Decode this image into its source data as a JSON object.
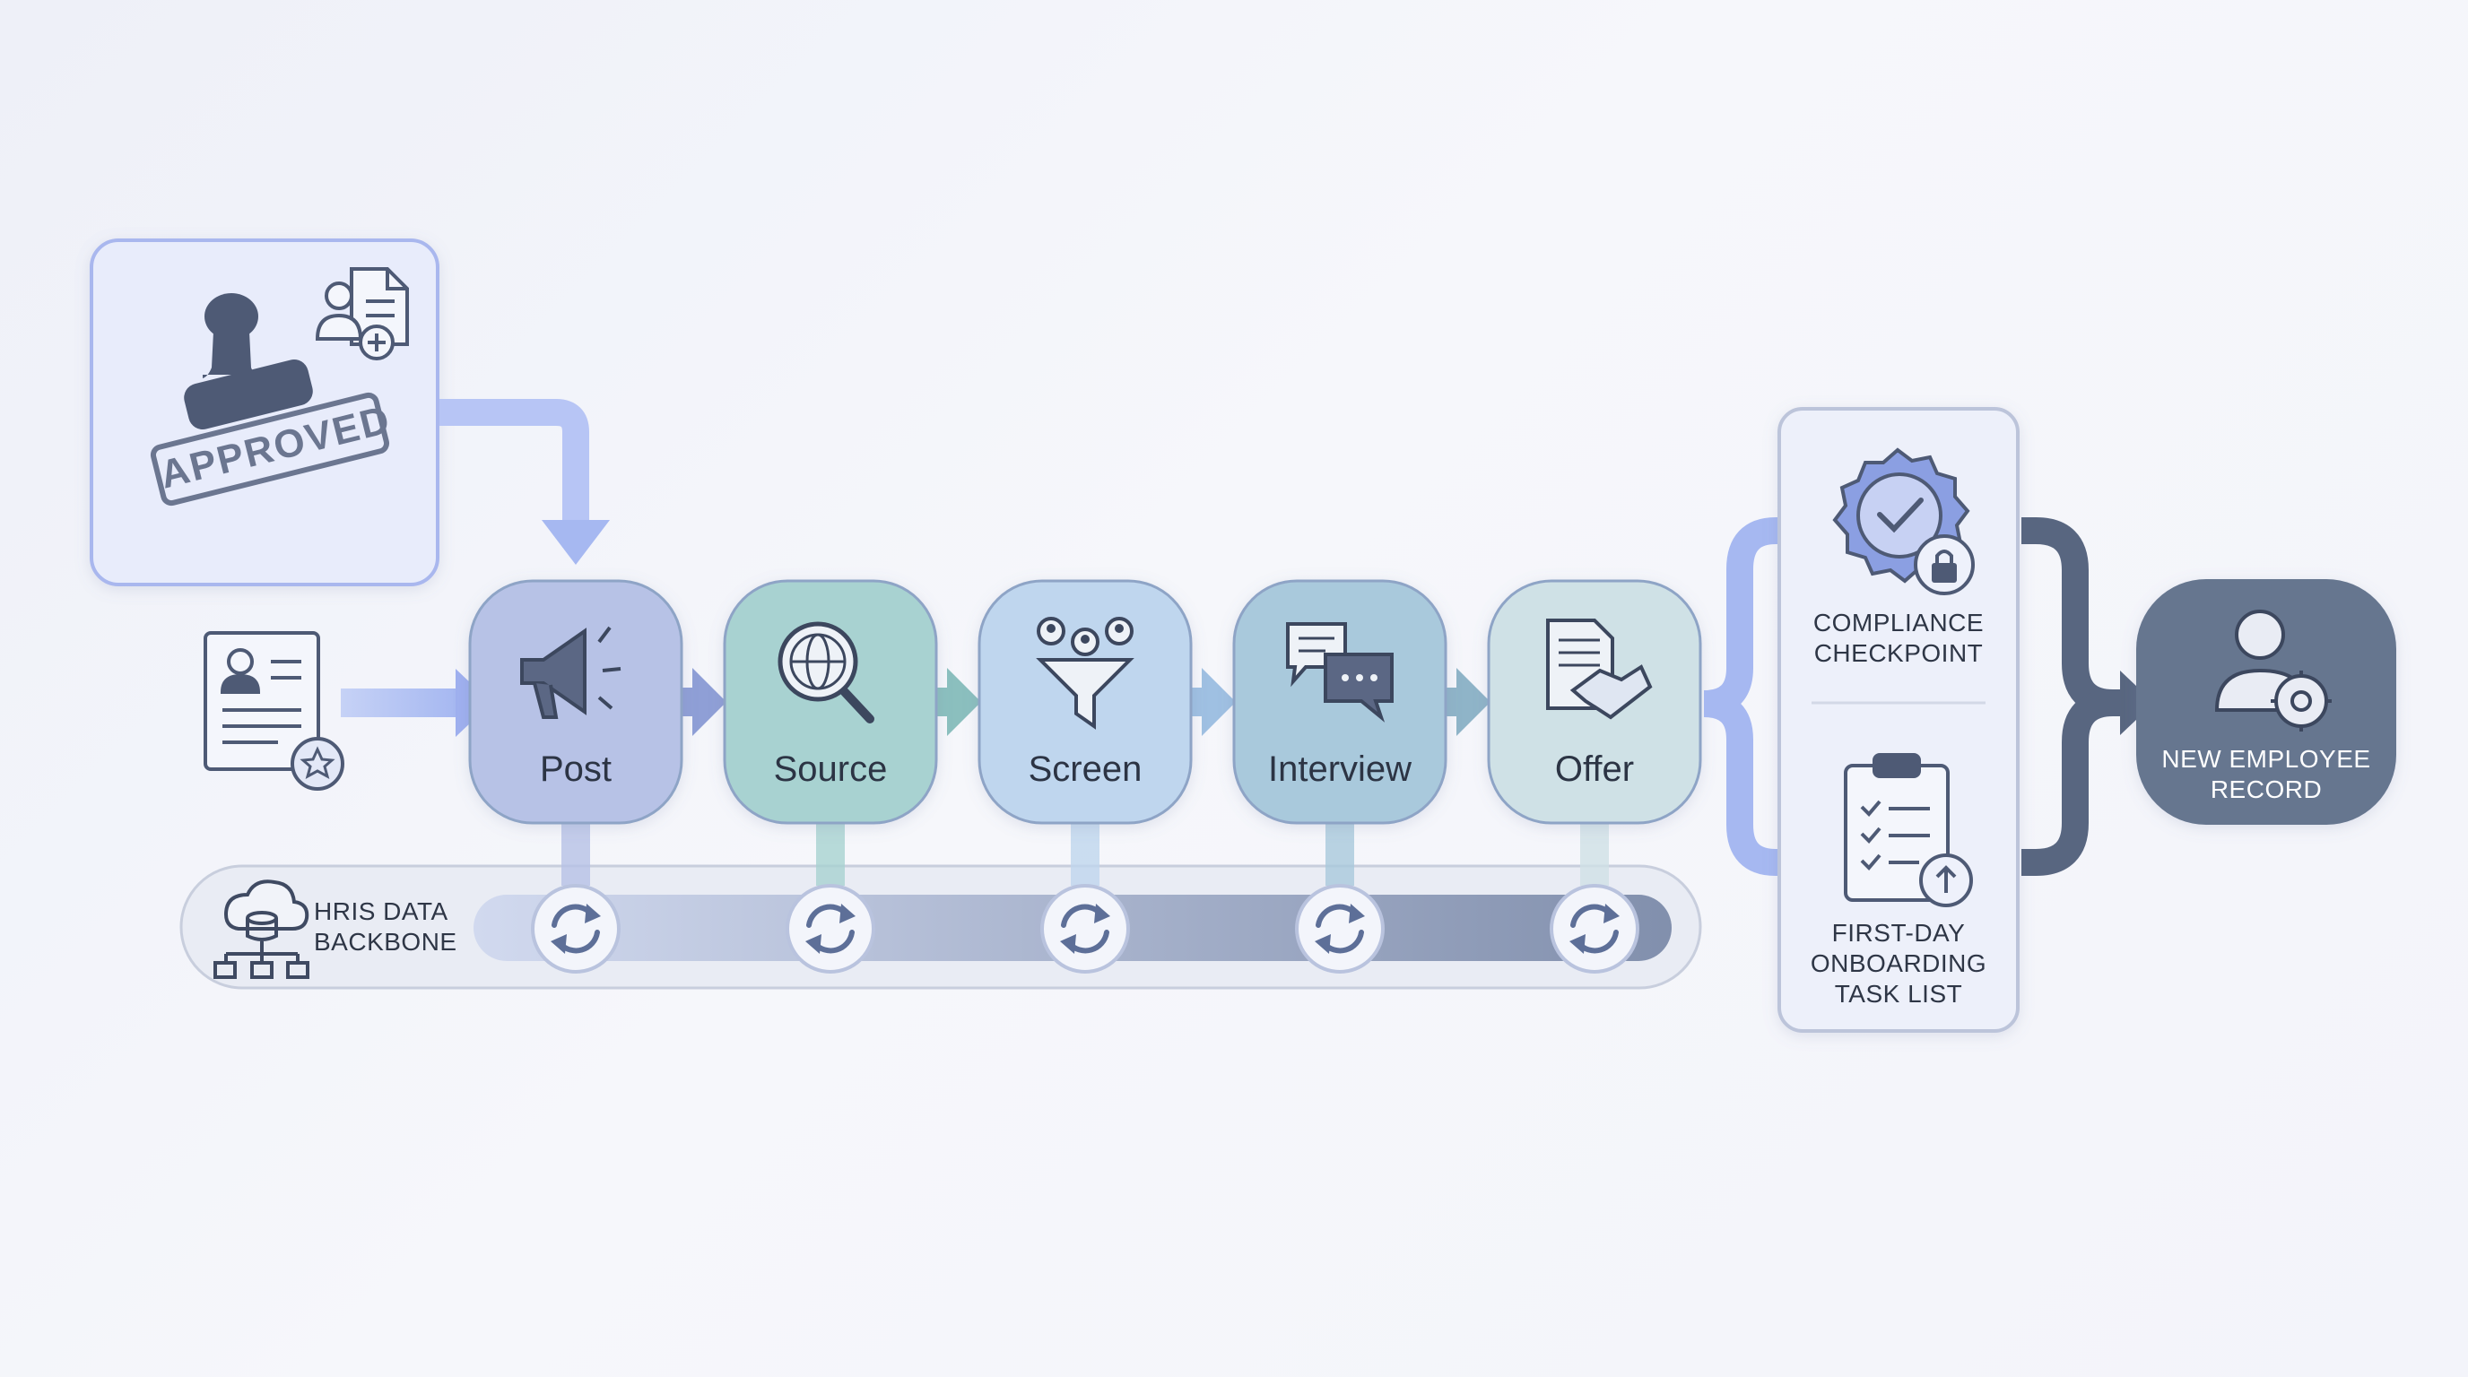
{
  "approval": {
    "stamp_text": "APPROVED",
    "stamp_icon": "rubber-stamp-icon",
    "request_icon": "requisition-add-user-icon"
  },
  "candidate_doc": {
    "icon": "candidate-profile-star-icon"
  },
  "stages": [
    {
      "label": "Post",
      "icon": "megaphone-icon",
      "fill": "#b7c2e6"
    },
    {
      "label": "Source",
      "icon": "globe-search-icon",
      "fill": "#a8d2d1"
    },
    {
      "label": "Screen",
      "icon": "people-funnel-icon",
      "fill": "#bfd6ee"
    },
    {
      "label": "Interview",
      "icon": "chat-bubbles-icon",
      "fill": "#a9c9dc"
    },
    {
      "label": "Offer",
      "icon": "handshake-document-icon",
      "fill": "#cfe1e6"
    }
  ],
  "backbone": {
    "line1": "HRIS DATA",
    "line2": "BACKBONE",
    "icon": "cloud-database-icon",
    "sync_icon": "sync-icon"
  },
  "outputs": {
    "compliance": {
      "line1": "COMPLIANCE",
      "line2": "CHECKPOINT",
      "icon": "badge-check-lock-icon"
    },
    "onboarding": {
      "line1": "FIRST-DAY",
      "line2": "ONBOARDING",
      "line3": "TASK LIST",
      "icon": "clipboard-checklist-upload-icon"
    }
  },
  "final": {
    "line1": "NEW EMPLOYEE",
    "line2": "RECORD",
    "icon": "user-gear-icon",
    "fill": "#66768f"
  },
  "colors": {
    "accent_arrow": "#a9b9f2",
    "dark": "#4b5872",
    "final": "#66768f"
  }
}
